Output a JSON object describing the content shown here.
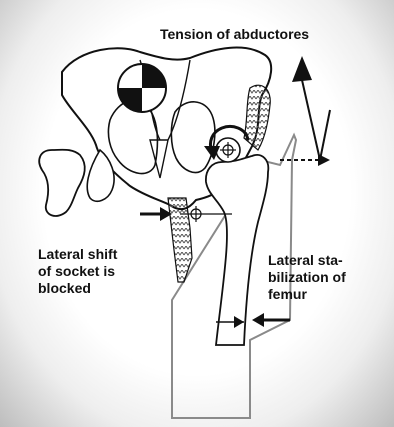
{
  "labels": {
    "tension": "Tension of abductores",
    "lateral_shift": "Lateral shift\nof socket is\nblocked",
    "lateral_stab": "Lateral sta-\nbilization of\nfemur"
  },
  "colors": {
    "ink": "#111111",
    "bone_fill": "#ffffff",
    "implant_outline": "#8a8a8a",
    "hatch": "#555555"
  }
}
